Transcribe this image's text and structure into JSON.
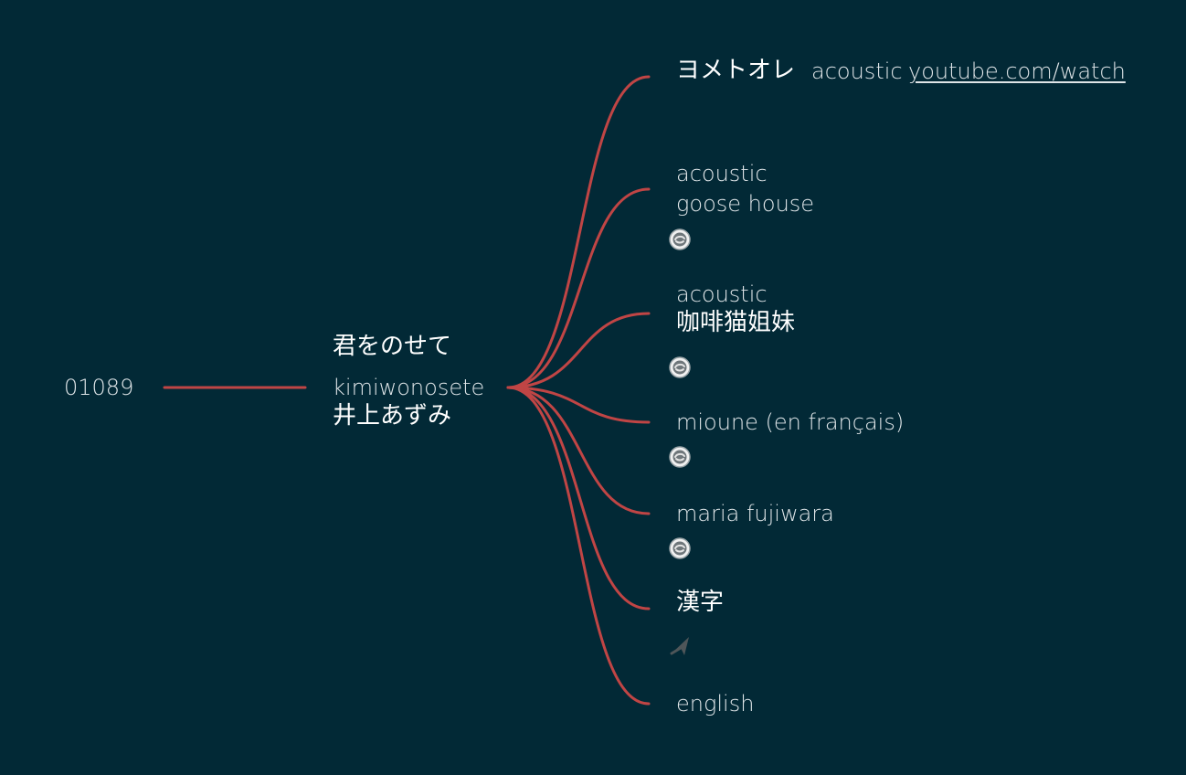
{
  "root": {
    "id": "01089"
  },
  "center": {
    "title": "君をのせて",
    "romanized": "kimiwonosete",
    "artist": "井上あずみ"
  },
  "branches": {
    "b1": {
      "title": "ヨメトオレ",
      "tag": "acoustic",
      "link": "youtube.com/watch"
    },
    "b2": {
      "tag": "acoustic",
      "artist": "goose house",
      "icon": "media-chip-icon"
    },
    "b3": {
      "tag": "acoustic",
      "artist": "咖啡猫姐妹",
      "icon": "media-chip-icon"
    },
    "b4": {
      "label": "mioune (en français)",
      "icon": "media-chip-icon"
    },
    "b5": {
      "label": "maria fujiwara",
      "icon": "media-chip-icon"
    },
    "b6": {
      "label": "漢字",
      "icon": "arrow-icon"
    },
    "b7": {
      "label": "english"
    }
  },
  "colors": {
    "background": "#022936",
    "connector": "#c04545",
    "text": "#e9eef0"
  }
}
